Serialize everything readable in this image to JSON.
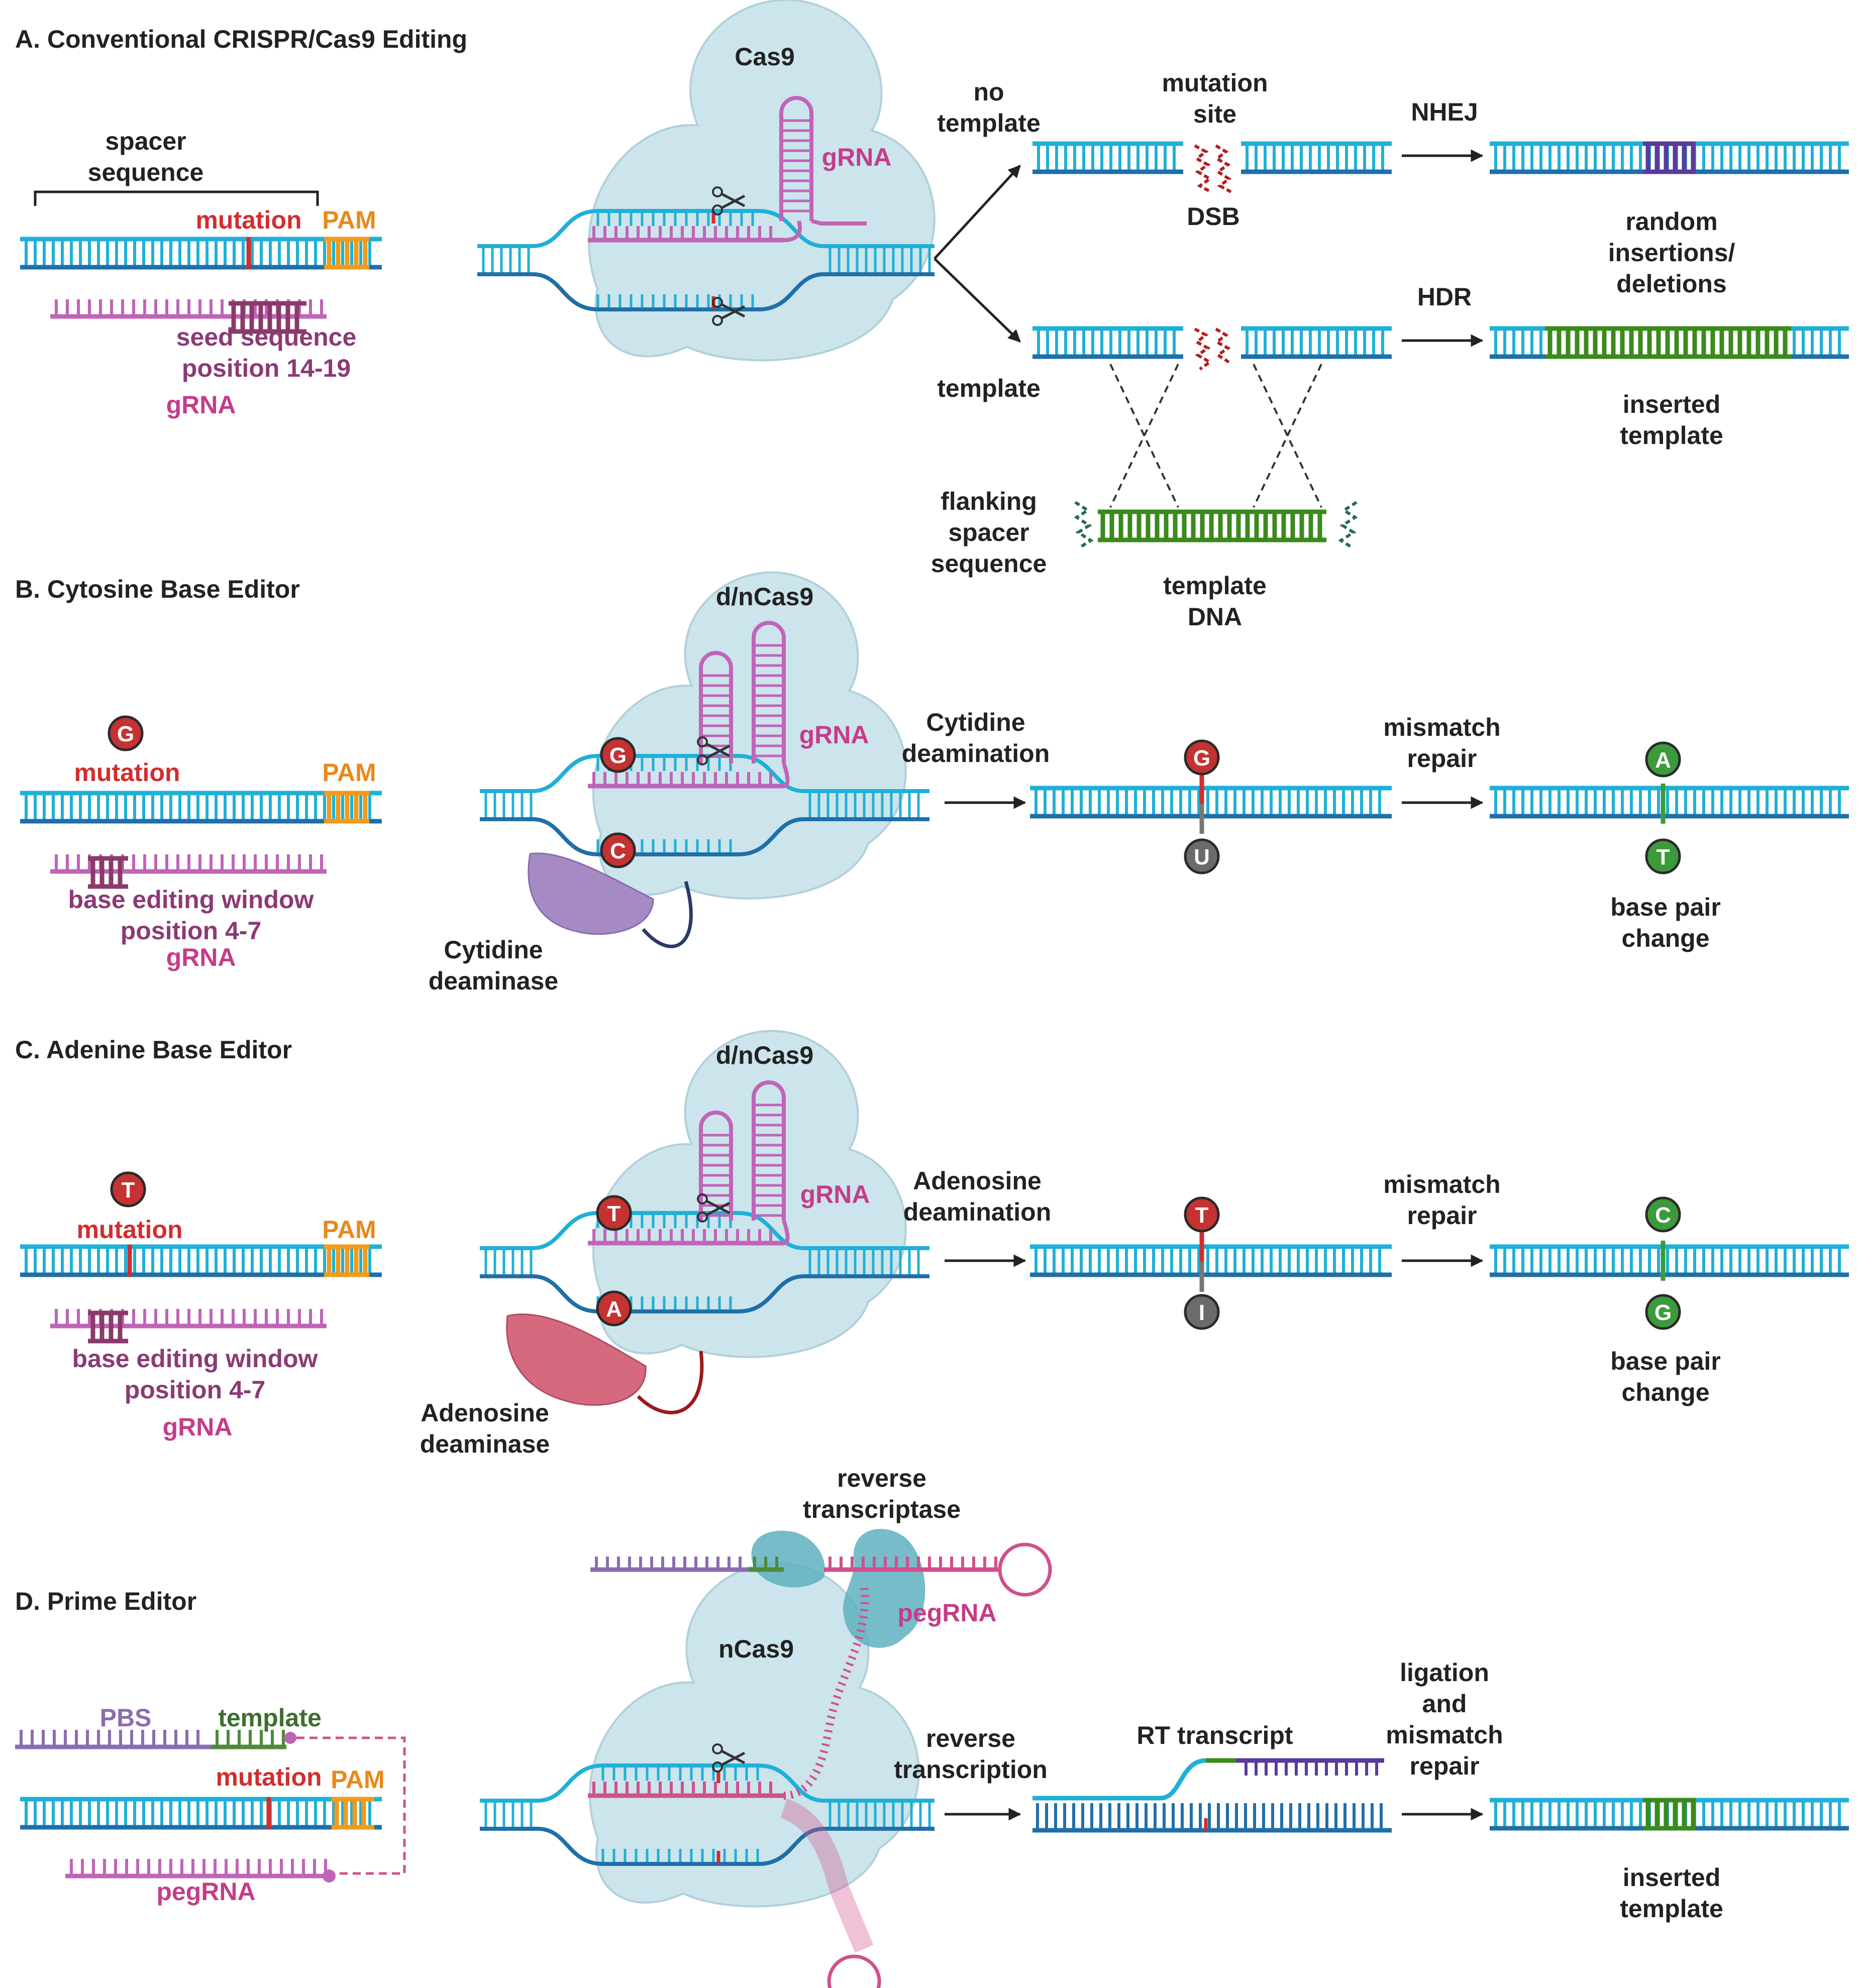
{
  "colors": {
    "dna": "#1fb0d8",
    "dna_dark": "#1f6fa8",
    "grna": "#c064b8",
    "seed": "#8a3a6a",
    "mutation": "#d22d2d",
    "pam": "#f29a1a",
    "cas": "#c7e2ea",
    "cas_edge": "#a9cbd6",
    "insert_purple": "#5a3a9c",
    "insert_green": "#3a8a1c",
    "base_red": "#c43232",
    "base_green": "#3c9a3c",
    "base_gray": "#6b6b6b",
    "cyt_deaminase": "#a58ac4",
    "ade_deaminase": "#d56a7e",
    "rt": "#5fb0c0",
    "pegrna": "#d0508c",
    "pbs": "#8c6cb0",
    "template_green": "#4f8a3a",
    "label_purple": "#8b3a75",
    "label_magenta": "#c43c8a",
    "label_orange": "#e9891a",
    "label_green": "#3d6e2e"
  },
  "panel_a": {
    "title": "A. Conventional CRISPR/Cas9 Editing",
    "spacer": [
      "spacer",
      "sequence"
    ],
    "mutation": "mutation",
    "pam": "PAM",
    "seed": [
      "seed sequence",
      "position 14-19"
    ],
    "grna": "gRNA",
    "cas_name": "Cas9",
    "cas_grna": "gRNA",
    "no_template": [
      "no",
      "template"
    ],
    "mutation_site": [
      "mutation",
      "site"
    ],
    "dsb": "DSB",
    "nhej": "NHEJ",
    "random": [
      "random",
      "insertions/",
      "deletions"
    ],
    "template": "template",
    "hdr": "HDR",
    "inserted": [
      "inserted",
      "template"
    ],
    "flanking": [
      "flanking",
      "spacer",
      "sequence"
    ],
    "template_dna": [
      "template",
      "DNA"
    ]
  },
  "panel_b": {
    "title": "B. Cytosine Base Editor",
    "base_top": "G",
    "mutation": "mutation",
    "pam": "PAM",
    "window": [
      "base editing window",
      "position 4-7"
    ],
    "grna": "gRNA",
    "cas_name": "d/nCas9",
    "cas_grna": "gRNA",
    "cas_base_top": "G",
    "cas_base_bottom": "C",
    "enzyme": [
      "Cytidine",
      "deaminase"
    ],
    "step1": [
      "Cytidine",
      "deamination"
    ],
    "mid_top": "G",
    "mid_bottom": "U",
    "step2": [
      "mismatch",
      "repair"
    ],
    "res_top": "A",
    "res_bottom": "T",
    "change": [
      "base pair",
      "change"
    ]
  },
  "panel_c": {
    "title": "C. Adenine Base Editor",
    "base_top": "T",
    "mutation": "mutation",
    "pam": "PAM",
    "window": [
      "base editing window",
      "position 4-7"
    ],
    "grna": "gRNA",
    "cas_name": "d/nCas9",
    "cas_grna": "gRNA",
    "cas_base_top": "T",
    "cas_base_bottom": "A",
    "enzyme": [
      "Adenosine",
      "deaminase"
    ],
    "step1": [
      "Adenosine",
      "deamination"
    ],
    "mid_top": "T",
    "mid_bottom": "I",
    "step2": [
      "mismatch",
      "repair"
    ],
    "res_top": "C",
    "res_bottom": "G",
    "change": [
      "base pair",
      "change"
    ]
  },
  "panel_d": {
    "title": "D. Prime Editor",
    "pbs": "PBS",
    "template": "template",
    "mutation": "mutation",
    "pam": "PAM",
    "pegrna": "pegRNA",
    "rt_label": [
      "reverse",
      "transcriptase"
    ],
    "cas_name": "nCas9",
    "cas_pegrna": "pegRNA",
    "step1": [
      "reverse",
      "transcription"
    ],
    "rt_transcript": "RT transcript",
    "step2": [
      "ligation",
      "and",
      "mismatch",
      "repair"
    ],
    "inserted": [
      "inserted",
      "template"
    ]
  }
}
